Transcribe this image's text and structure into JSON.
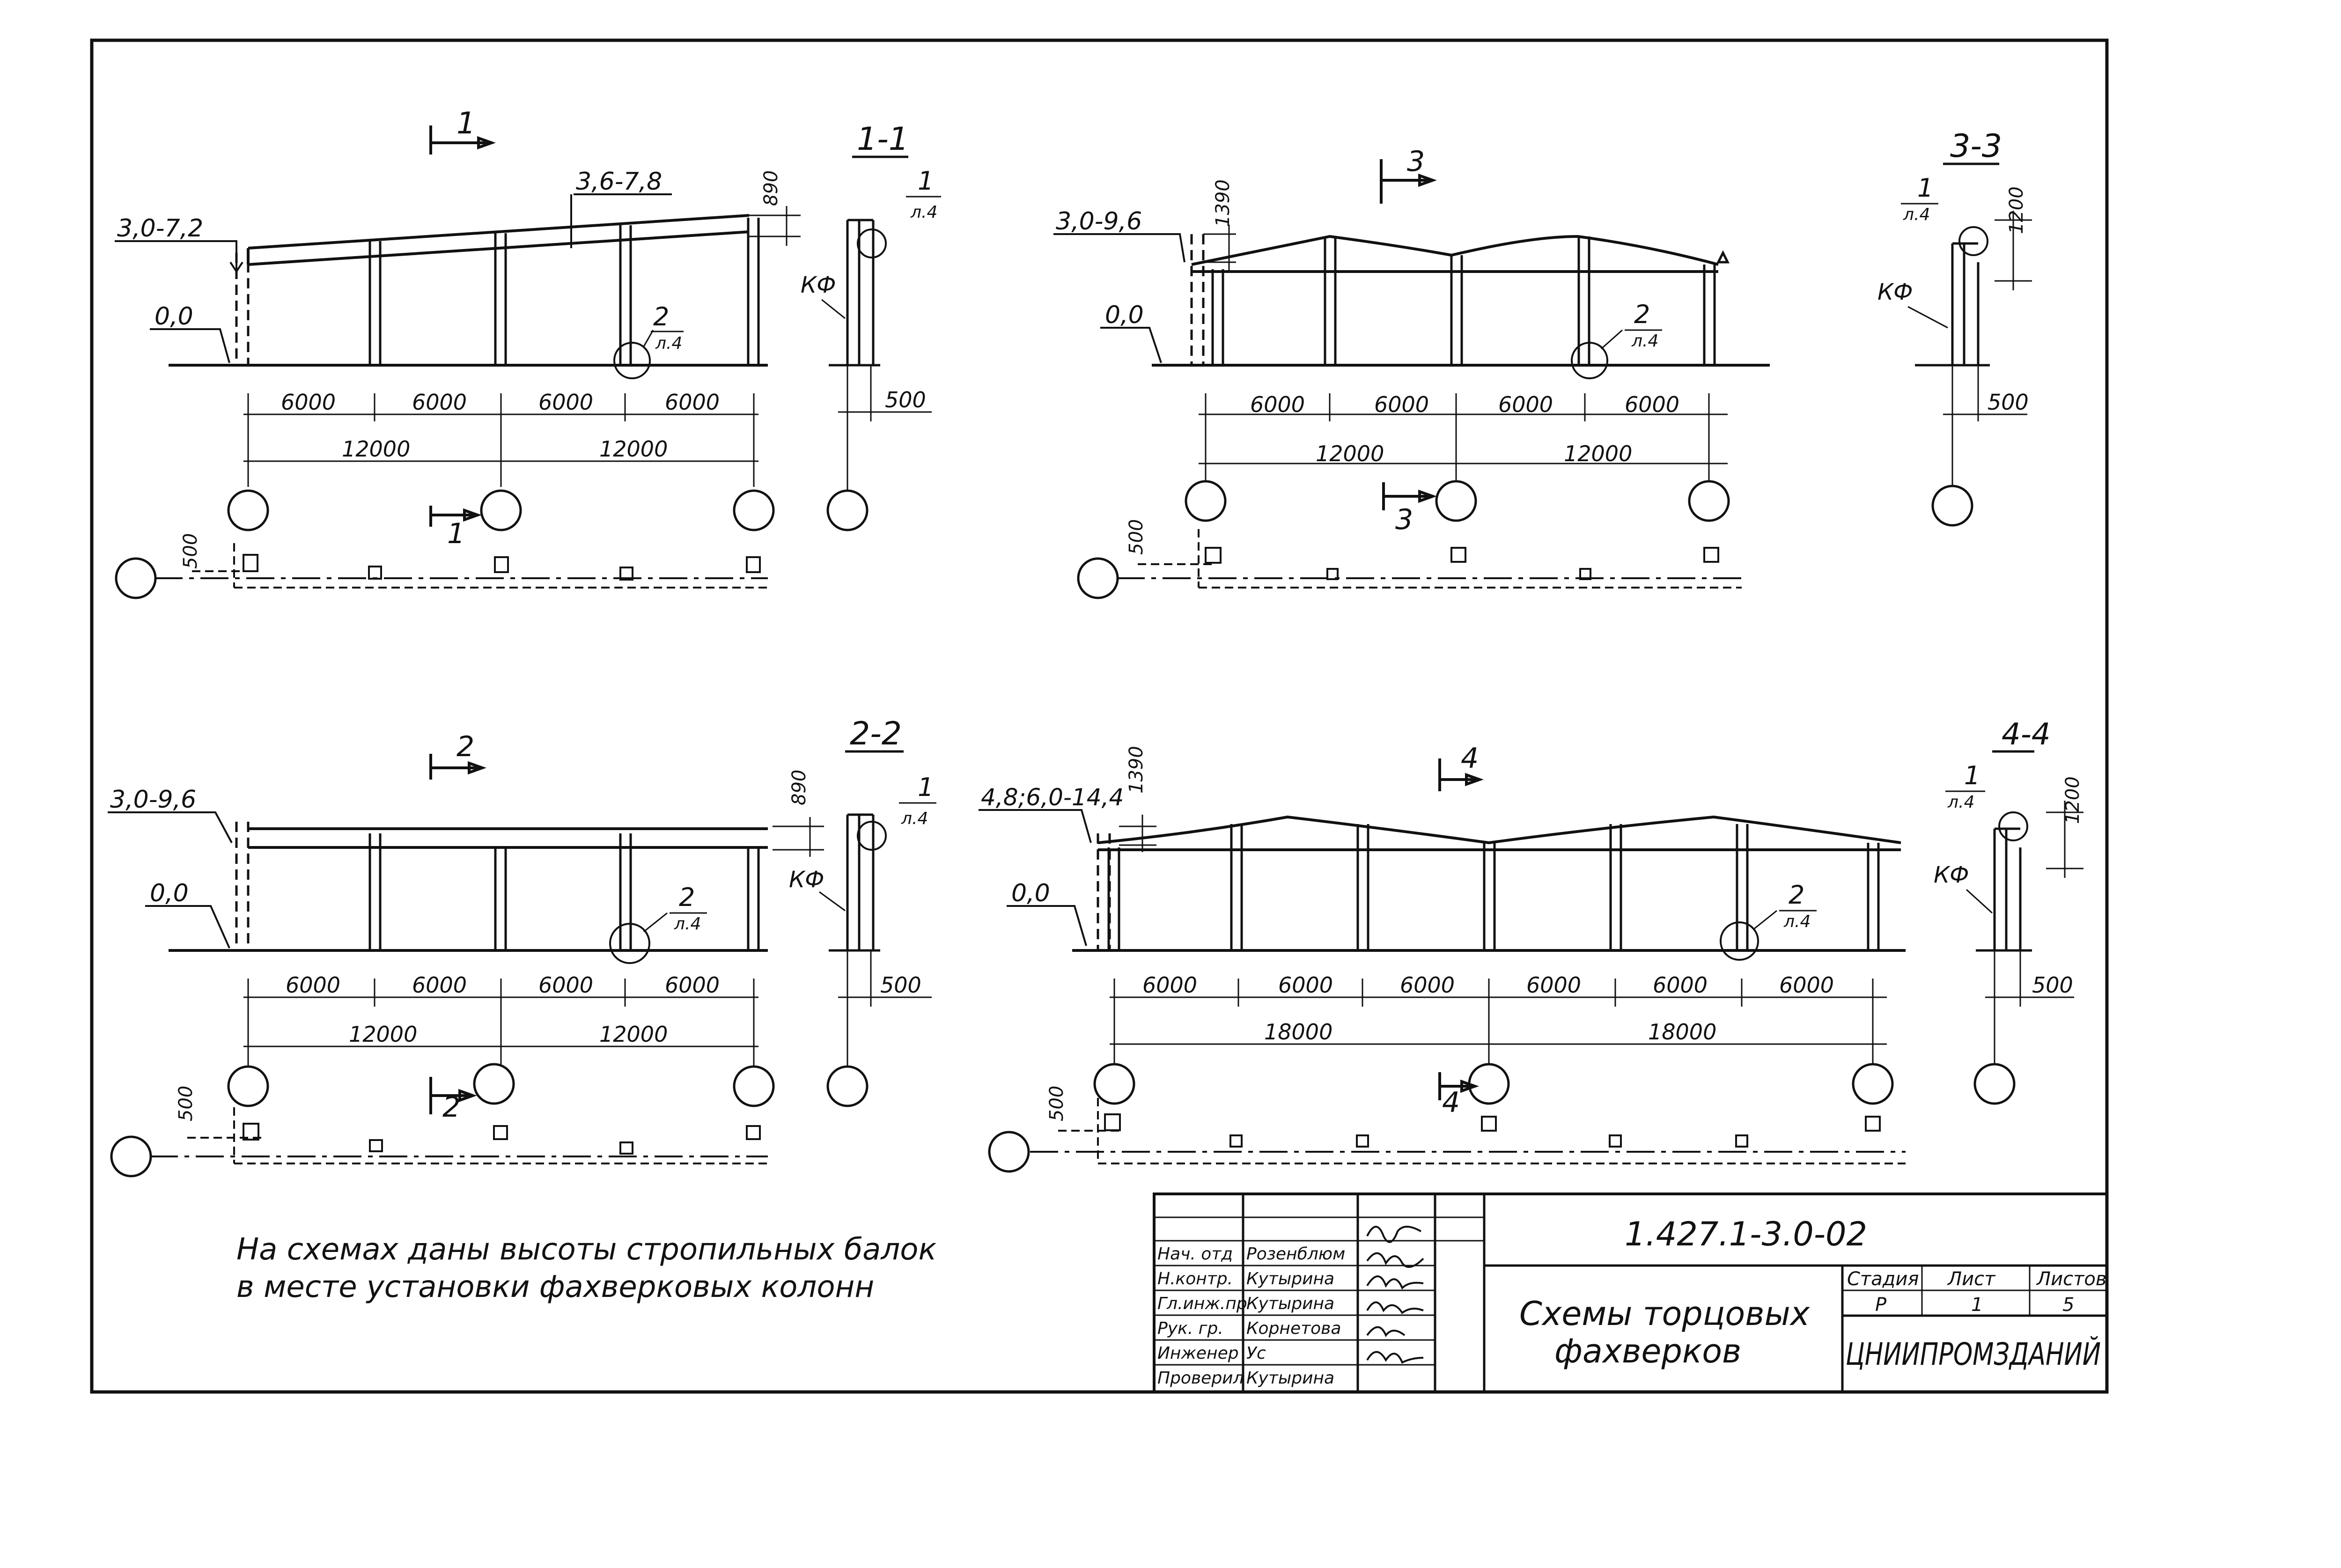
{
  "diagram_1": {
    "section_mark": "1",
    "section_mark_bottom": "1",
    "elev_top": "3,0-7,2",
    "elev_ground": "0,0",
    "elev_mid": "3,6-7,8",
    "dim_depth": "890",
    "callout_num": "2",
    "callout_ref": "л.4",
    "spans": [
      "6000",
      "6000",
      "6000",
      "6000"
    ],
    "spans_total": [
      "12000",
      "12000"
    ],
    "plan_offset": "500"
  },
  "diagram_2": {
    "section_mark": "2",
    "section_mark_bottom": "2",
    "elev_top": "3,0-9,6",
    "elev_ground": "0,0",
    "dim_depth": "890",
    "callout_num": "2",
    "callout_ref": "л.4",
    "spans": [
      "6000",
      "6000",
      "6000",
      "6000"
    ],
    "spans_total": [
      "12000",
      "12000"
    ],
    "plan_offset": "500"
  },
  "diagram_3": {
    "section_mark": "3",
    "section_mark_bottom": "3",
    "elev_top": "3,0-9,6",
    "elev_ground": "0,0",
    "dim_depth": "1390",
    "callout_num": "2",
    "callout_ref": "л.4",
    "spans": [
      "6000",
      "6000",
      "6000",
      "6000"
    ],
    "spans_total": [
      "12000",
      "12000"
    ],
    "plan_offset": "500"
  },
  "diagram_4": {
    "section_mark": "4",
    "section_mark_bottom": "4",
    "elev_top": "4,8;6,0-14,4",
    "elev_ground": "0,0",
    "dim_depth": "1390",
    "callout_num": "2",
    "callout_ref": "л.4",
    "spans": [
      "6000",
      "6000",
      "6000",
      "6000",
      "6000",
      "6000"
    ],
    "spans_total": [
      "18000",
      "18000"
    ],
    "plan_offset": "500"
  },
  "section_1_1": {
    "title": "1-1",
    "callout_num": "1",
    "callout_ref": "л.4",
    "kf": "КФ",
    "dim": "500"
  },
  "section_2_2": {
    "title": "2-2",
    "callout_num": "1",
    "callout_ref": "л.4",
    "kf": "КФ",
    "dim": "500"
  },
  "section_3_3": {
    "title": "3-3",
    "callout_num": "1",
    "callout_ref": "л.4",
    "kf": "КФ",
    "dim": "500",
    "dim_height": "1200"
  },
  "section_4_4": {
    "title": "4-4",
    "callout_num": "1",
    "callout_ref": "л.4",
    "kf": "КФ",
    "dim": "500",
    "dim_height": "1200"
  },
  "note": {
    "line1": "На схемах даны высоты стропильных балок",
    "line2": "в месте установки фахверковых колонн"
  },
  "title_block": {
    "document_code": "1.427.1-3.0-02",
    "drawing_title_1": "Схемы торцовых",
    "drawing_title_2": "фахверков",
    "stage_header": "Стадия",
    "sheet_header": "Лист",
    "sheets_header": "Листов",
    "stage": "Р",
    "sheet": "1",
    "sheets": "5",
    "organization": "ЦНИИПРОМЗДАНИЙ",
    "roles": [
      {
        "role": "Нач. отд",
        "name": "Розенблюм"
      },
      {
        "role": "Н.контр.",
        "name": "Кутырина"
      },
      {
        "role": "Гл.инж.пр",
        "name": "Кутырина"
      },
      {
        "role": "Рук. гр.",
        "name": "Корнетова"
      },
      {
        "role": "Инженер",
        "name": "Ус"
      },
      {
        "role": "Проверил",
        "name": "Кутырина"
      }
    ]
  }
}
